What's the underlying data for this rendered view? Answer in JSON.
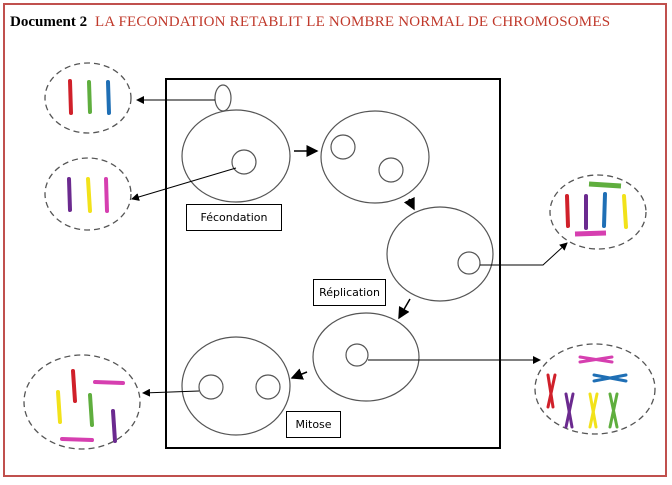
{
  "header": {
    "doc_label": "Document 2",
    "title": "LA FECONDATION RETABLIT LE NOMBRE NORMAL DE CHROMOSOMES"
  },
  "labels": {
    "fecondation": "Fécondation",
    "replication": "Réplication",
    "mitose": "Mitose"
  },
  "colors": {
    "frame": "#c0504d",
    "title": "#c0392b",
    "chromosome_red": "#d0202a",
    "chromosome_green": "#5fae3e",
    "chromosome_blue": "#1f6fb5",
    "chromosome_purple": "#6b2a8f",
    "chromosome_yellow": "#f2e21a",
    "chromosome_magenta": "#d63fb0"
  }
}
